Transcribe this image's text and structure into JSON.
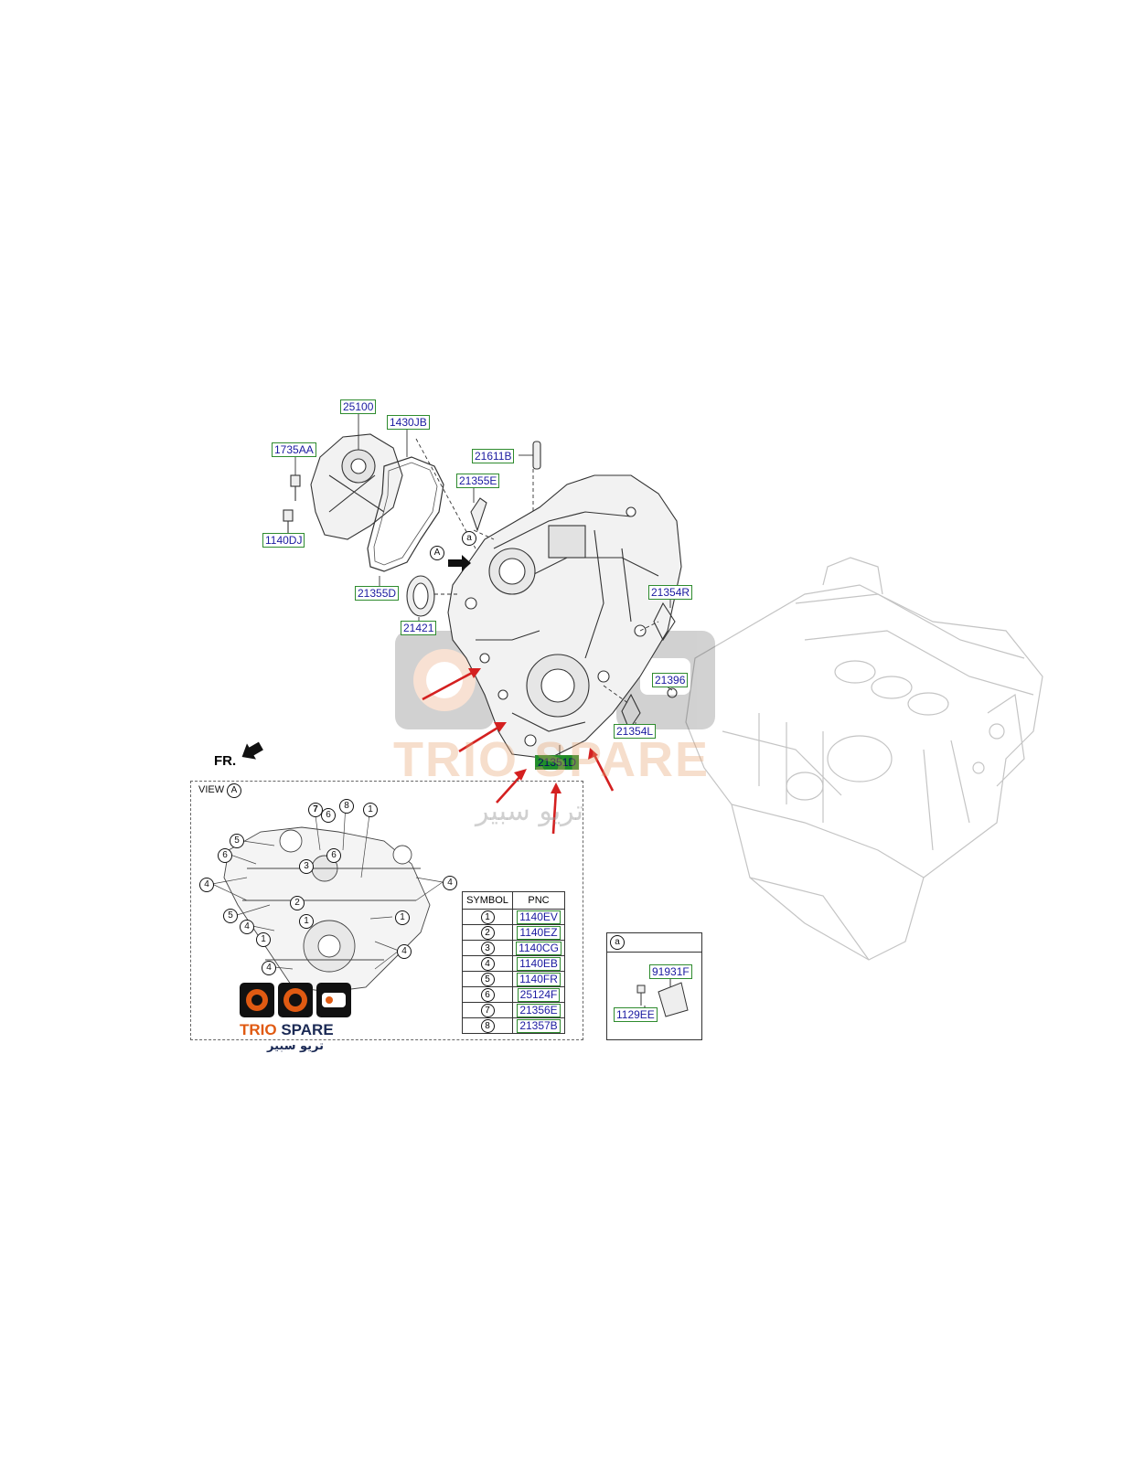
{
  "callouts": {
    "p25100": "25100",
    "p1430JB": "1430JB",
    "p1735AA": "1735AA",
    "p21611B": "21611B",
    "p21355E": "21355E",
    "p1140DJ": "1140DJ",
    "p21355D": "21355D",
    "p21421": "21421",
    "p21354R": "21354R",
    "p21396": "21396",
    "p21354L": "21354L",
    "p21351D": "21351D",
    "p91931F": "91931F",
    "p1129EE": "1129EE"
  },
  "markers": {
    "view_a_ref": "A",
    "detail_a_ref": "a",
    "fr_label": "FR."
  },
  "view_panel": {
    "title": "VIEW",
    "title_ref": "A",
    "symbol_numbers": [
      "1",
      "2",
      "3",
      "4",
      "5",
      "6",
      "7",
      "8"
    ]
  },
  "detail_box": {
    "title": "a"
  },
  "symbol_table": {
    "headers": [
      "SYMBOL",
      "PNC"
    ],
    "rows": [
      {
        "symbol": "1",
        "pnc": "1140EV"
      },
      {
        "symbol": "2",
        "pnc": "1140EZ"
      },
      {
        "symbol": "3",
        "pnc": "1140CG"
      },
      {
        "symbol": "4",
        "pnc": "1140EB"
      },
      {
        "symbol": "5",
        "pnc": "1140FR"
      },
      {
        "symbol": "6",
        "pnc": "25124F"
      },
      {
        "symbol": "7",
        "pnc": "21356E"
      },
      {
        "symbol": "8",
        "pnc": "21357B"
      }
    ]
  },
  "watermark": {
    "brand_1": "TRIO",
    "brand_2": "SPARE",
    "arabic": "تريو سبير"
  },
  "colors": {
    "callout_border": "#2e8b2e",
    "callout_text": "#1a1aa0",
    "highlight_fill": "#1f8f2a",
    "arrow_red": "#d42020",
    "logo_orange": "#e05a12",
    "logo_navy": "#1b2a55"
  }
}
